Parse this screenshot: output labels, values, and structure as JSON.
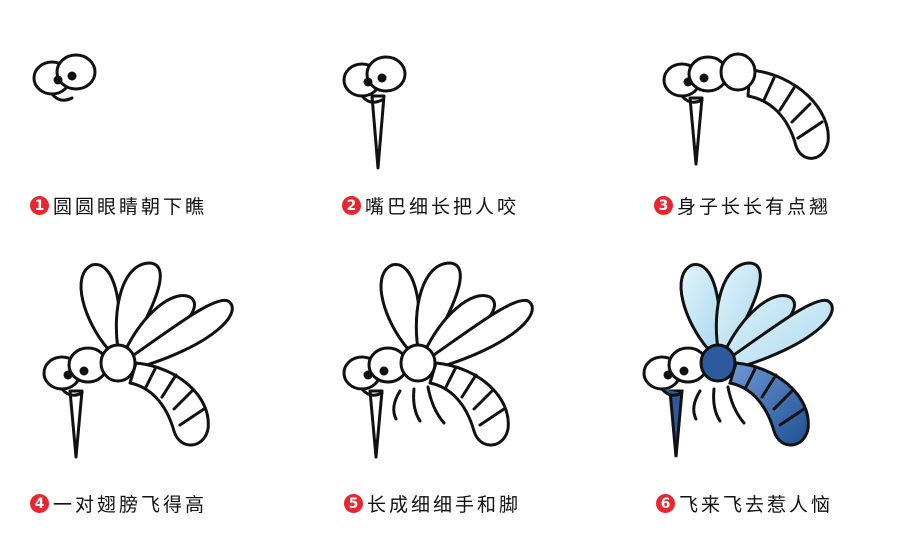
{
  "steps": [
    {
      "number": "1",
      "text": "圆圆眼睛朝下瞧"
    },
    {
      "number": "2",
      "text": "嘴巴细长把人咬"
    },
    {
      "number": "3",
      "text": "身子长长有点翘"
    },
    {
      "number": "4",
      "text": "一对翅膀飞得高"
    },
    {
      "number": "5",
      "text": "长成细细手和脚"
    },
    {
      "number": "6",
      "text": "飞来飞去惹人恼"
    }
  ],
  "colors": {
    "badge": "#e8262f",
    "outline": "#111111",
    "wing_fill": "#cfe9f4",
    "body_fill": "#2c5a9c",
    "body_light": "#5d8fd0"
  }
}
